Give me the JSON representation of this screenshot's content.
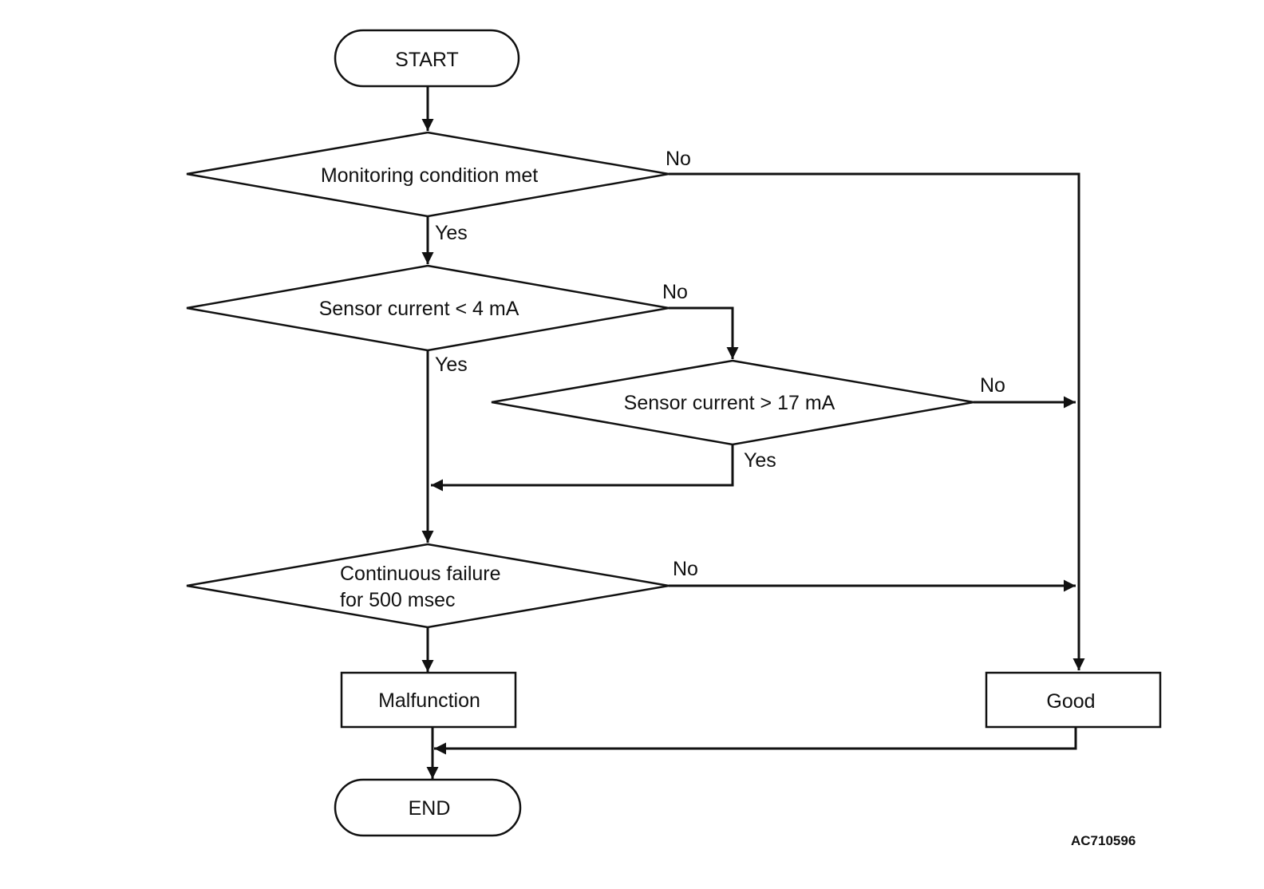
{
  "nodes": {
    "start": "START",
    "decision_monitoring": "Monitoring condition met",
    "decision_low": "Sensor current < 4 mA",
    "decision_high": "Sensor current > 17 mA",
    "decision_continuous_line1": "Continuous failure",
    "decision_continuous_line2": "for 500 msec",
    "malfunction": "Malfunction",
    "good": "Good",
    "end": "END"
  },
  "branches": {
    "monitoring_no": "No",
    "monitoring_yes": "Yes",
    "low_no": "No",
    "low_yes": "Yes",
    "high_no": "No",
    "high_yes": "Yes",
    "continuous_no": "No"
  },
  "figure_code": "AC710596"
}
